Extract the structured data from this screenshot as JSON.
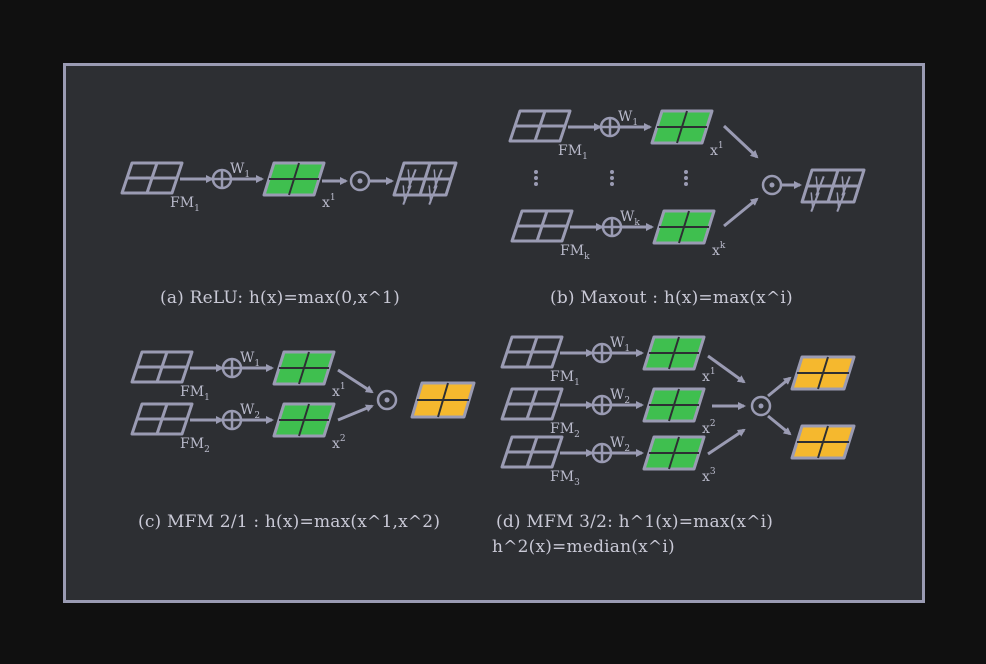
{
  "captions": {
    "a": "(a) ReLU: h(x)=max(0,x^1)",
    "b": "(b) Maxout : h(x)=max(x^i)",
    "c": "(c) MFM 2/1 : h(x)=max(x^1,x^2)",
    "d1": "(d)    MFM    3/2:    h^1(x)=max(x^i)",
    "d2": "h^2(x)=median(x^i)"
  },
  "labels": {
    "fm": "FM",
    "w": "W",
    "x": "x",
    "idx1": "1",
    "idx2": "2",
    "idx3": "3",
    "idxk": "k"
  },
  "colors": {
    "background": "#2d2f33",
    "border": "#9a9bb3",
    "stroke": "#9a9bb3",
    "green": "#3fbf4f",
    "yellow": "#f5b82e"
  }
}
